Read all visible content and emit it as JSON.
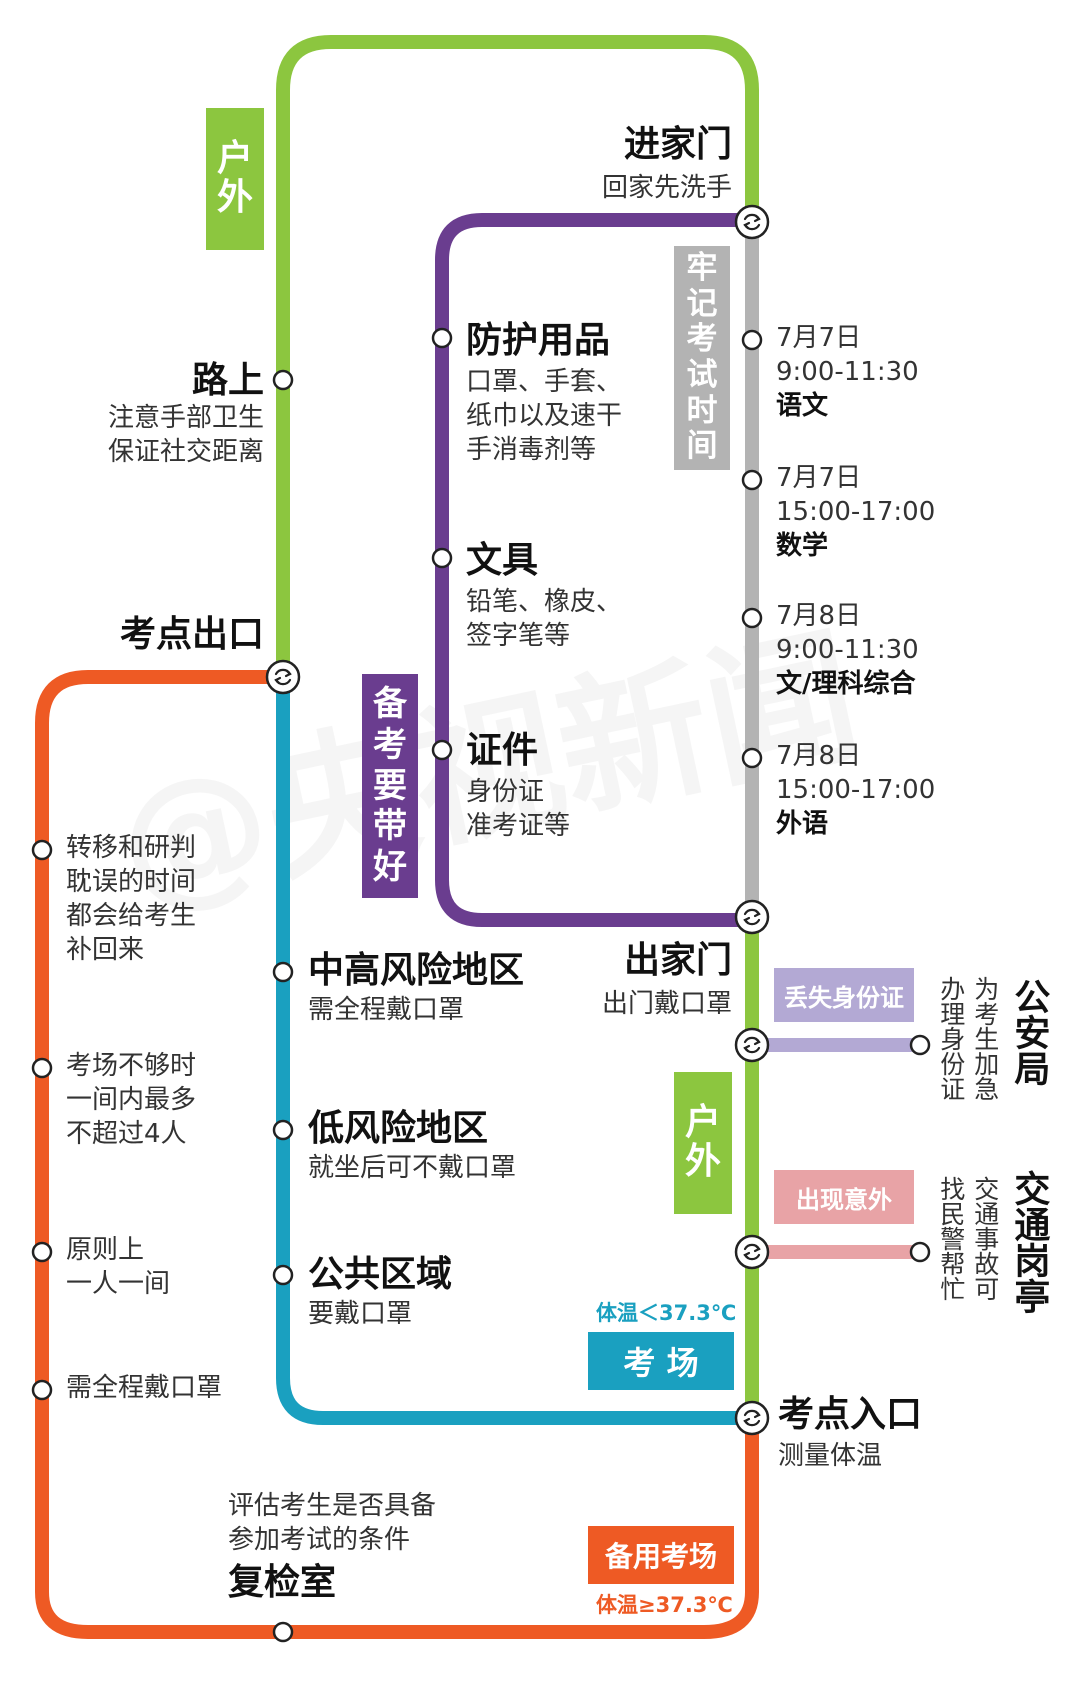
{
  "watermark": "@央视新闻",
  "colors": {
    "green": "#8cc63f",
    "purple": "#6a3d8f",
    "gray": "#b3b3b3",
    "blue": "#1aa0c0",
    "orange": "#ee5a24",
    "lilac": "#b3a9d4",
    "pink": "#e8a3a6"
  },
  "labels": {
    "huwai_top": [
      "户",
      "外"
    ],
    "huwai_mid": [
      "户",
      "外"
    ],
    "laoji": [
      "牢",
      "记",
      "考",
      "试",
      "时",
      "间"
    ],
    "beikao": [
      "备",
      "考",
      "要",
      "带",
      "好"
    ]
  },
  "jinjiamen": {
    "title": "进家门",
    "sub": "回家先洗手"
  },
  "lushang": {
    "title": "路上",
    "lines": [
      "注意手部卫生",
      "保证社交距离"
    ]
  },
  "kaodian_chukou": "考点出口",
  "fanghu": {
    "title": "防护用品",
    "lines": [
      "口罩、手套、",
      "纸巾以及速干",
      "手消毒剂等"
    ]
  },
  "wenju": {
    "title": "文具",
    "lines": [
      "铅笔、橡皮、",
      "签字笔等"
    ]
  },
  "zhengjian": {
    "title": "证件",
    "lines": [
      "身份证",
      "准考证等"
    ]
  },
  "schedule": [
    {
      "date": "7月7日",
      "time": "9:00-11:30",
      "subject": "语文"
    },
    {
      "date": "7月7日",
      "time": "15:00-17:00",
      "subject": "数学"
    },
    {
      "date": "7月8日",
      "time": "9:00-11:30",
      "subject": "文/理科综合"
    },
    {
      "date": "7月8日",
      "time": "15:00-17:00",
      "subject": "外语"
    }
  ],
  "chujiamen": {
    "title": "出家门",
    "sub": "出门戴口罩"
  },
  "diushi": "丢失身份证",
  "gonganju": {
    "title": "公安局",
    "desc_col1": "为考生加急",
    "desc_col2": "办理身份证"
  },
  "yiwai": "出现意外",
  "jiaotong": {
    "title": "交通岗亭",
    "desc_col1": "交通事故可",
    "desc_col2": "找民警帮忙"
  },
  "risk_mid_high": {
    "title": "中高风险地区",
    "sub": "需全程戴口罩"
  },
  "risk_low": {
    "title": "低风险地区",
    "sub": "就坐后可不戴口罩"
  },
  "public_area": {
    "title": "公共区域",
    "sub": "要戴口罩"
  },
  "kaochang": {
    "label": "考 场",
    "temp": "体温＜37.3℃"
  },
  "kaodian_rukou": {
    "title": "考点入口",
    "sub": "测量体温"
  },
  "left_notes": [
    [
      "转移和研判",
      "耽误的时间",
      "都会给考生",
      "补回来"
    ],
    [
      "考场不够时",
      "一间内最多",
      "不超过4人"
    ],
    [
      "原则上",
      "一人一间"
    ],
    [
      "需全程戴口罩"
    ]
  ],
  "fujianshi": {
    "lines": [
      "评估考生是否具备",
      "参加考试的条件"
    ],
    "title": "复检室"
  },
  "beiyong": {
    "label": "备用考场",
    "temp": "体温≥37.3℃"
  }
}
